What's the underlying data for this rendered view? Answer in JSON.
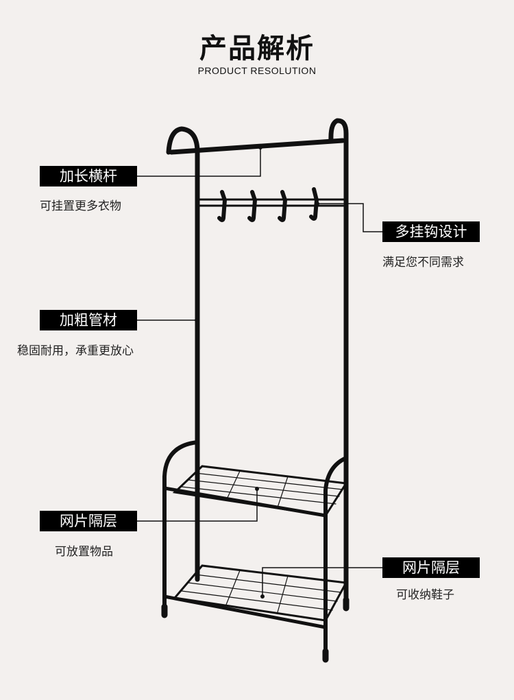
{
  "header": {
    "title": "产品解析",
    "subtitle": "PRODUCT RESOLUTION"
  },
  "features": [
    {
      "label": "加长横杆",
      "desc": "可挂置更多衣物"
    },
    {
      "label": "多挂钩设计",
      "desc": "满足您不同需求"
    },
    {
      "label": "加粗管材",
      "desc": "稳固耐用，承重更放心"
    },
    {
      "label": "网片隔层",
      "desc": "可放置物品"
    },
    {
      "label": "网片隔层",
      "desc": "可收纳鞋子"
    }
  ]
}
